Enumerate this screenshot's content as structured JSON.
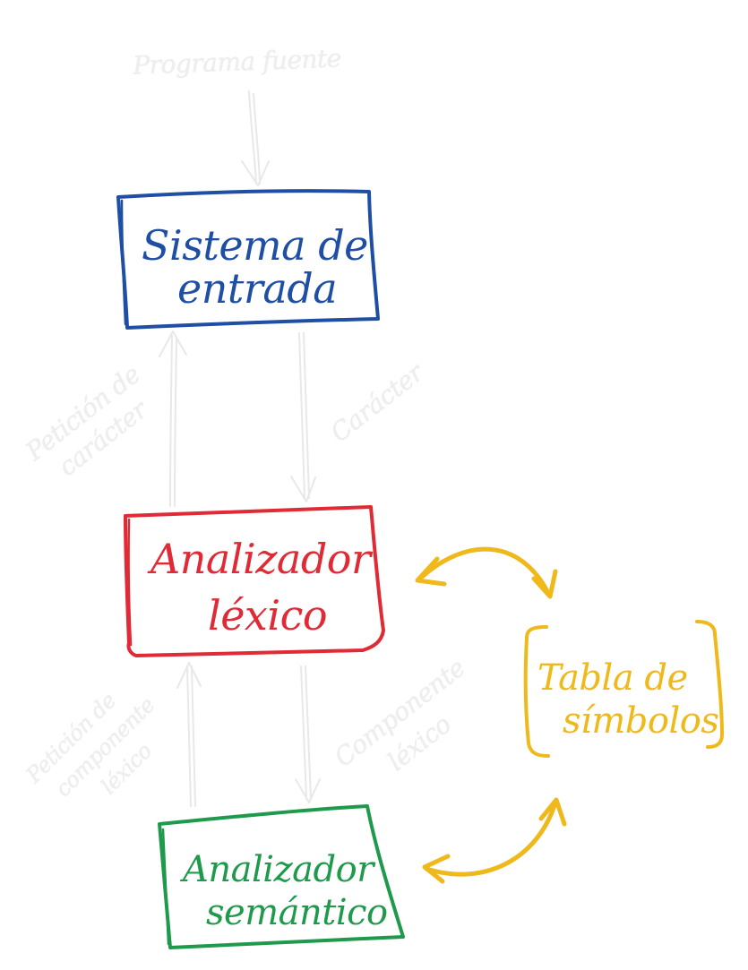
{
  "diagram": {
    "source_label": "Programa fuente",
    "nodes": {
      "input_system": {
        "line1": "Sistema de",
        "line2": "entrada",
        "color": "#1f4fa4"
      },
      "lexer": {
        "line1": "Analizador",
        "line2": "léxico",
        "color": "#e02a35"
      },
      "semantic": {
        "line1": "Analizador",
        "line2": "semántico",
        "color": "#1f9a4c"
      },
      "symbol_table": {
        "line1": "Tabla de",
        "line2": "símbolos",
        "color": "#efb91b"
      }
    },
    "edges": {
      "char_request": {
        "line1": "Petición de",
        "line2": "carácter"
      },
      "char": {
        "line1": "Carácter"
      },
      "token_request": {
        "line1": "Petición de",
        "line2": "componente",
        "line3": "léxico"
      },
      "token": {
        "line1": "Componente",
        "line2": "léxico"
      }
    },
    "muted_color": "#e8e8e8"
  }
}
